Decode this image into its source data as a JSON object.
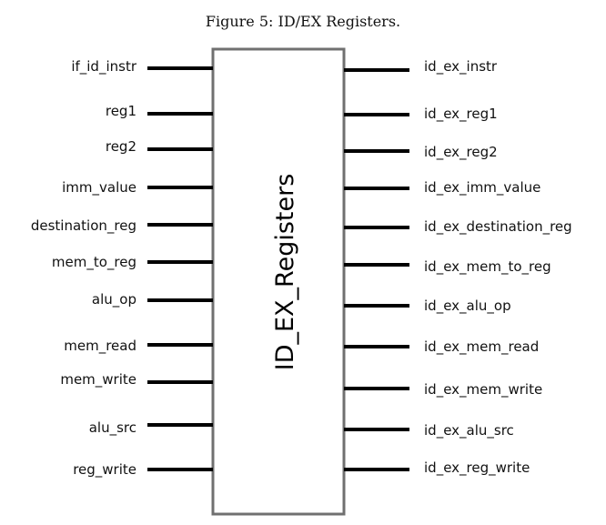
{
  "figure": {
    "caption": "Figure 5: ID/EX Registers."
  },
  "block": {
    "label": "ID_EX_Registers"
  },
  "inputs": [
    "if_id_instr",
    "reg1",
    "reg2",
    "imm_value",
    "destination_reg",
    "mem_to_reg",
    "alu_op",
    "mem_read",
    "mem_write",
    "alu_src",
    "reg_write"
  ],
  "outputs": [
    "id_ex_instr",
    "id_ex_reg1",
    "id_ex_reg2",
    "id_ex_imm_value",
    "id_ex_destination_reg",
    "id_ex_mem_to_reg",
    "id_ex_alu_op",
    "id_ex_mem_read",
    "id_ex_mem_write",
    "id_ex_alu_src",
    "id_ex_reg_write"
  ],
  "colors": {
    "block_border": "#707070",
    "wire": "#000000"
  }
}
